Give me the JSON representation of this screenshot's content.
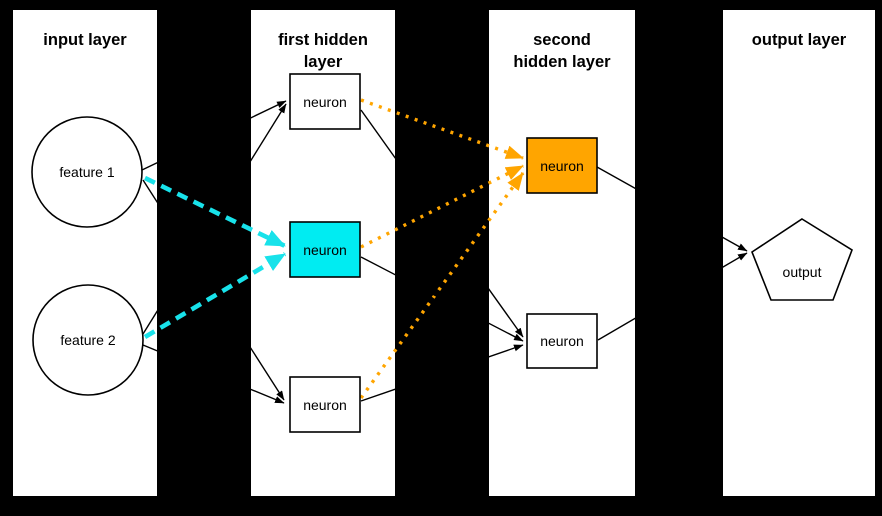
{
  "diagram": {
    "layers": [
      {
        "id": "input",
        "title": "input layer"
      },
      {
        "id": "hidden1",
        "title": "first hidden\nlayer"
      },
      {
        "id": "hidden2",
        "title": "second\nhidden layer"
      },
      {
        "id": "output",
        "title": "output layer"
      }
    ],
    "nodes": {
      "feature1": {
        "label": "feature 1",
        "shape": "circle",
        "fill": "#ffffff"
      },
      "feature2": {
        "label": "feature 2",
        "shape": "circle",
        "fill": "#ffffff"
      },
      "hidden1_top": {
        "label": "neuron",
        "shape": "rect",
        "fill": "#ffffff"
      },
      "hidden1_mid": {
        "label": "neuron",
        "shape": "rect",
        "fill": "#00ecf2"
      },
      "hidden1_bottom": {
        "label": "neuron",
        "shape": "rect",
        "fill": "#ffffff"
      },
      "hidden2_top": {
        "label": "neuron",
        "shape": "rect",
        "fill": "#ffa500"
      },
      "hidden2_bottom": {
        "label": "neuron",
        "shape": "rect",
        "fill": "#ffffff"
      },
      "output": {
        "label": "output",
        "shape": "pentagon",
        "fill": "#ffffff"
      }
    },
    "colors": {
      "background": "#000000",
      "panel": "#ffffff",
      "edge": "#000000",
      "highlight_cyan": "#18e2ea",
      "highlight_orange": "#ffa500"
    },
    "edges": [
      {
        "from": "feature1",
        "to": "hidden1_top",
        "style": "solid-black"
      },
      {
        "from": "feature1",
        "to": "hidden1_mid",
        "style": "dashed-cyan"
      },
      {
        "from": "feature1",
        "to": "hidden1_bottom",
        "style": "solid-black"
      },
      {
        "from": "feature2",
        "to": "hidden1_top",
        "style": "solid-black"
      },
      {
        "from": "feature2",
        "to": "hidden1_mid",
        "style": "dashed-cyan"
      },
      {
        "from": "feature2",
        "to": "hidden1_bottom",
        "style": "solid-black"
      },
      {
        "from": "hidden1_top",
        "to": "hidden2_top",
        "style": "dotted-orange"
      },
      {
        "from": "hidden1_mid",
        "to": "hidden2_top",
        "style": "dotted-orange"
      },
      {
        "from": "hidden1_bottom",
        "to": "hidden2_top",
        "style": "dotted-orange"
      },
      {
        "from": "hidden1_top",
        "to": "hidden2_bottom",
        "style": "solid-black"
      },
      {
        "from": "hidden1_mid",
        "to": "hidden2_bottom",
        "style": "solid-black"
      },
      {
        "from": "hidden1_bottom",
        "to": "hidden2_bottom",
        "style": "solid-black"
      },
      {
        "from": "hidden2_top",
        "to": "output",
        "style": "solid-black"
      },
      {
        "from": "hidden2_bottom",
        "to": "output",
        "style": "solid-black"
      }
    ]
  }
}
